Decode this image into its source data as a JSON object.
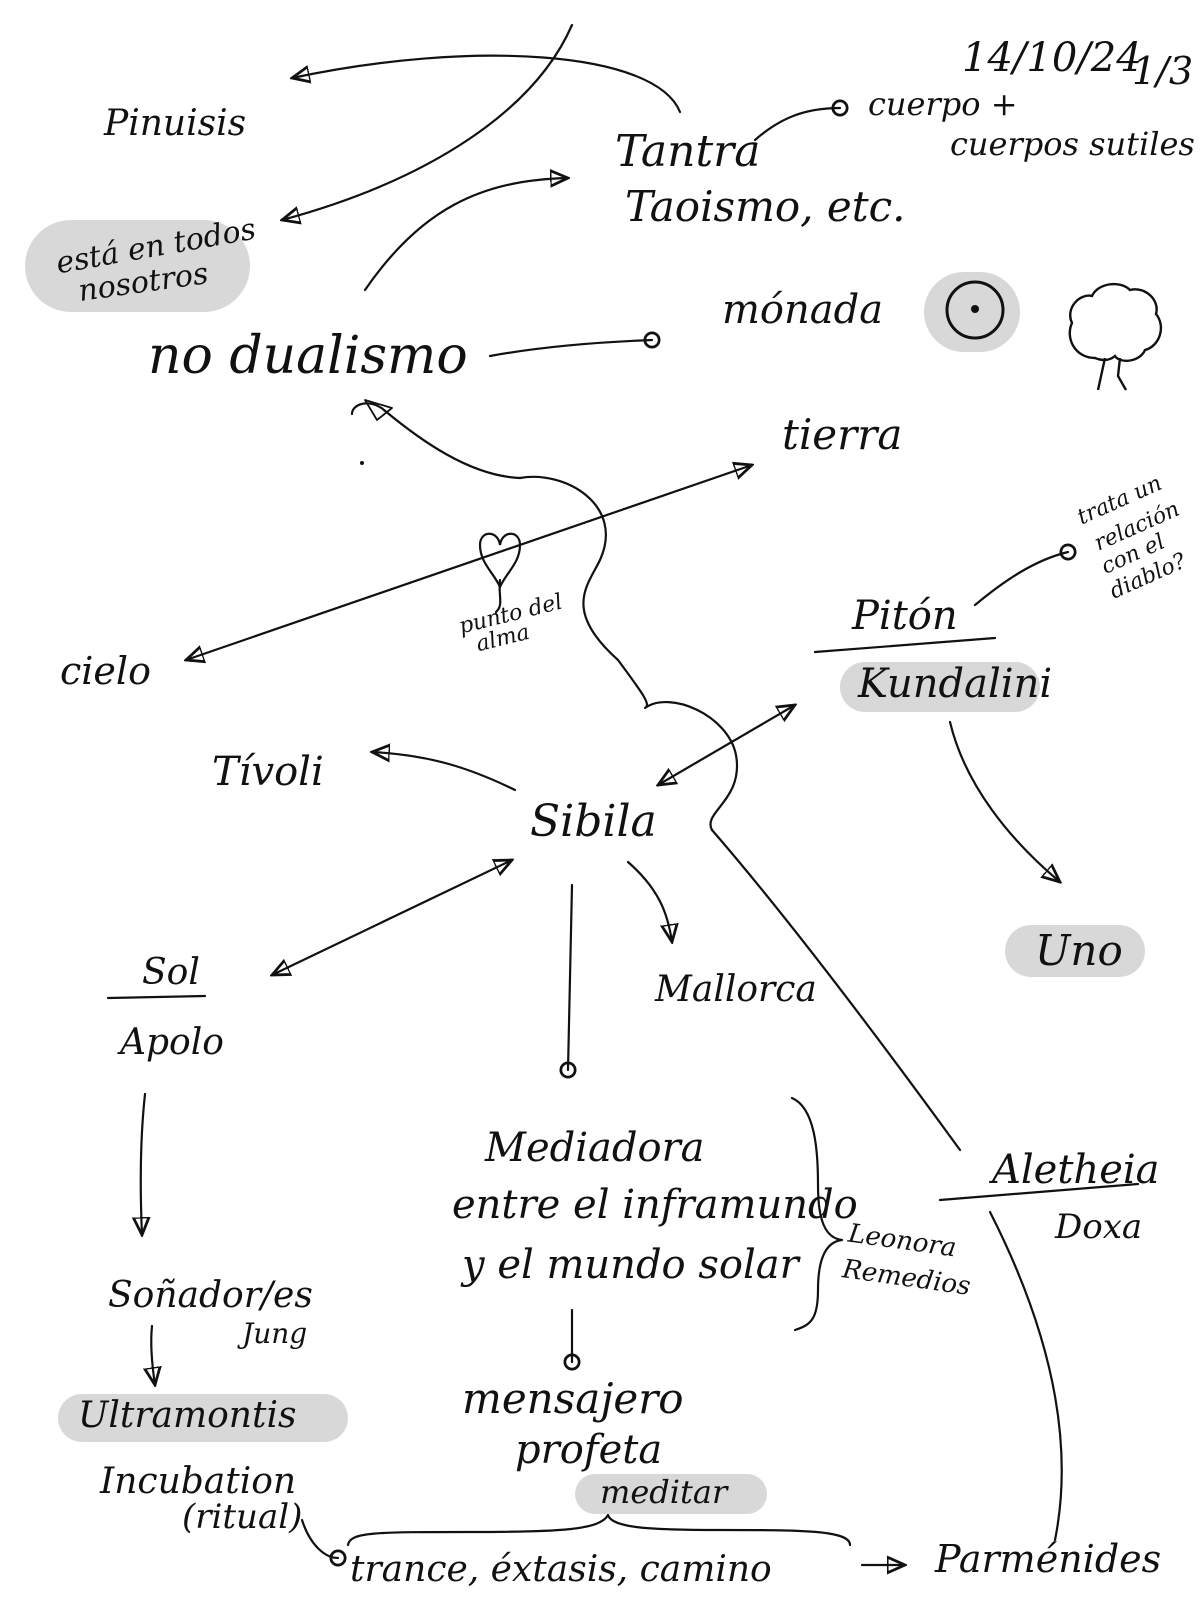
{
  "date": "14/10/24",
  "page": "1/3",
  "nodes": {
    "pinuisis": "Pinuisis",
    "tantra": "Tantra",
    "taoismo": "Taoismo, etc.",
    "cuerpo": "cuerpo +",
    "cuerpos_sutiles": "cuerpos sutiles",
    "esta_en_todos": "está en todos",
    "nosotros": "nosotros",
    "no_dualismo": "no dualismo",
    "monada": "mónada",
    "tierra": "tierra",
    "punto_del_alma_1": "punto del",
    "punto_del_alma_2": "alma",
    "cielo": "cielo",
    "piton": "Pitón",
    "kundalini": "Kundalini",
    "trata_1": "trata un",
    "trata_2": "relación",
    "trata_3": "con el",
    "trata_4": "diablo?",
    "tivoli": "Tívoli",
    "sibila": "Sibila",
    "mallorca": "Mallorca",
    "uno": "Uno",
    "sol": "Sol",
    "apolo": "Apolo",
    "mediadora": "Mediadora",
    "entre_inframundo": "entre el inframundo",
    "mundo_solar": "y el mundo solar",
    "leonora": "Leonora",
    "remedios": "Remedios",
    "aletheia": "Aletheia",
    "doxa": "Doxa",
    "sonadores": "Soñador/es",
    "jung": "Jung",
    "mensajero": "mensajero",
    "profeta": "profeta",
    "ultramontis": "Ultramontis",
    "incubation": "Incubation",
    "ritual": "(ritual)",
    "meditar": "meditar",
    "trance": "trance, éxtasis, camino",
    "parmenides": "Parménides"
  },
  "colors": {
    "ink": "#111111",
    "highlight": "#d8d8d8"
  },
  "icons": [
    "heart-icon",
    "monad-circle-icon",
    "tree-icon"
  ]
}
